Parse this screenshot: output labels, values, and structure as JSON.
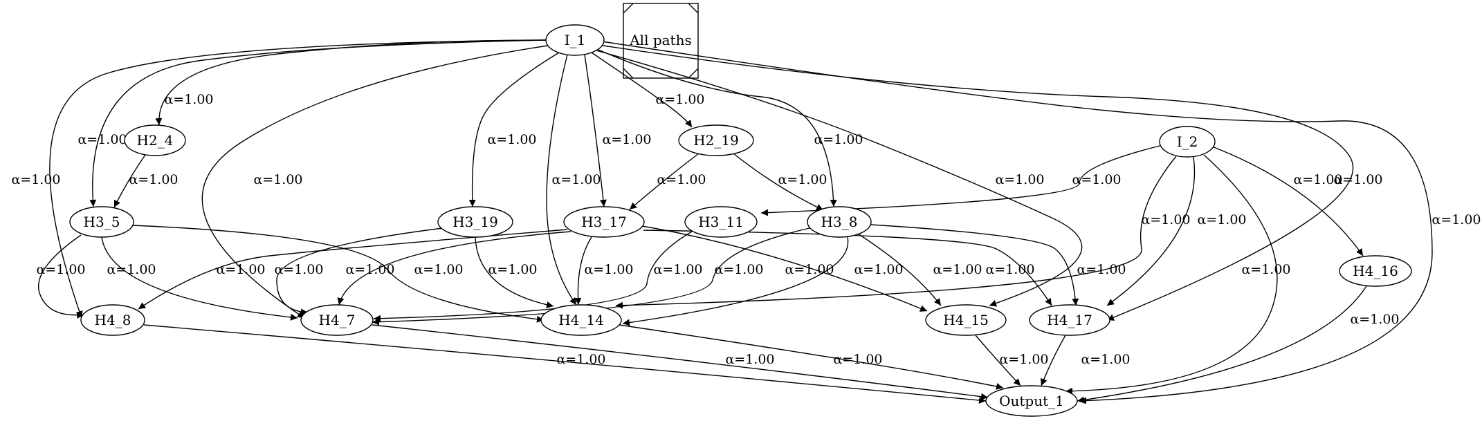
{
  "legend": {
    "label": "All paths"
  },
  "nodes": [
    {
      "id": "I_1",
      "label": "I_1"
    },
    {
      "id": "I_2",
      "label": "I_2"
    },
    {
      "id": "H2_4",
      "label": "H2_4"
    },
    {
      "id": "H2_19",
      "label": "H2_19"
    },
    {
      "id": "H3_5",
      "label": "H3_5"
    },
    {
      "id": "H3_19",
      "label": "H3_19"
    },
    {
      "id": "H3_17",
      "label": "H3_17"
    },
    {
      "id": "H3_11",
      "label": "H3_11"
    },
    {
      "id": "H3_8",
      "label": "H3_8"
    },
    {
      "id": "H4_16",
      "label": "H4_16"
    },
    {
      "id": "H4_8",
      "label": "H4_8"
    },
    {
      "id": "H4_7",
      "label": "H4_7"
    },
    {
      "id": "H4_14",
      "label": "H4_14"
    },
    {
      "id": "H4_15",
      "label": "H4_15"
    },
    {
      "id": "H4_17",
      "label": "H4_17"
    },
    {
      "id": "Output_1",
      "label": "Output_1"
    }
  ],
  "edges": [
    {
      "from": "I_1",
      "to": "H2_4",
      "label": "α=1.00"
    },
    {
      "from": "I_1",
      "to": "H3_5",
      "label": "α=1.00"
    },
    {
      "from": "I_1",
      "to": "H4_8",
      "label": "α=1.00"
    },
    {
      "from": "I_1",
      "to": "H4_7",
      "label": "α=1.00"
    },
    {
      "from": "I_1",
      "to": "H3_19",
      "label": "α=1.00"
    },
    {
      "from": "I_1",
      "to": "H4_14",
      "label": "α=1.00"
    },
    {
      "from": "I_1",
      "to": "H3_17",
      "label": "α=1.00"
    },
    {
      "from": "I_1",
      "to": "H2_19",
      "label": "α=1.00"
    },
    {
      "from": "I_1",
      "to": "H3_8",
      "label": "α=1.00"
    },
    {
      "from": "I_1",
      "to": "H4_15",
      "label": "α=1.00"
    },
    {
      "from": "I_1",
      "to": "H4_17",
      "label": "α=1.00"
    },
    {
      "from": "I_1",
      "to": "Output_1",
      "label": "α=1.00"
    },
    {
      "from": "H2_4",
      "to": "H3_5",
      "label": "α=1.00"
    },
    {
      "from": "H2_19",
      "to": "H3_17",
      "label": "α=1.00"
    },
    {
      "from": "H2_19",
      "to": "H3_8",
      "label": "α=1.00"
    },
    {
      "from": "I_2",
      "to": "H3_11",
      "label": "α=1.00"
    },
    {
      "from": "I_2",
      "to": "H4_14",
      "label": "α=1.00"
    },
    {
      "from": "I_2",
      "to": "H4_17",
      "label": "α=1.00"
    },
    {
      "from": "I_2",
      "to": "Output_1",
      "label": "α=1.00"
    },
    {
      "from": "I_2",
      "to": "H4_16",
      "label": "α=1.00"
    },
    {
      "from": "H3_5",
      "to": "H4_8",
      "label": "α=1.00"
    },
    {
      "from": "H3_5",
      "to": "H4_7",
      "label": "α=1.00"
    },
    {
      "from": "H3_5",
      "to": "H4_14",
      "label": "α=1.00"
    },
    {
      "from": "H3_19",
      "to": "H4_7",
      "label": "α=1.00"
    },
    {
      "from": "H3_19",
      "to": "H4_14",
      "label": "α=1.00"
    },
    {
      "from": "H3_17",
      "to": "H4_8",
      "label": "α=1.00"
    },
    {
      "from": "H3_17",
      "to": "H4_7",
      "label": "α=1.00"
    },
    {
      "from": "H3_17",
      "to": "H4_14",
      "label": "α=1.00"
    },
    {
      "from": "H3_17",
      "to": "H4_15",
      "label": "α=1.00"
    },
    {
      "from": "H3_17",
      "to": "H4_17",
      "label": "α=1.00"
    },
    {
      "from": "H3_11",
      "to": "H4_7",
      "label": "α=1.00"
    },
    {
      "from": "H3_8",
      "to": "H4_7",
      "label": "α=1.00"
    },
    {
      "from": "H3_8",
      "to": "H4_14",
      "label": "α=1.00"
    },
    {
      "from": "H3_8",
      "to": "H4_15",
      "label": "α=1.00"
    },
    {
      "from": "H3_8",
      "to": "H4_17",
      "label": "α=1.00"
    },
    {
      "from": "H4_8",
      "to": "Output_1",
      "label": "α=1.00"
    },
    {
      "from": "H4_7",
      "to": "Output_1",
      "label": "α=1.00"
    },
    {
      "from": "H4_14",
      "to": "Output_1",
      "label": "α=1.00"
    },
    {
      "from": "H4_15",
      "to": "Output_1",
      "label": "α=1.00"
    },
    {
      "from": "H4_17",
      "to": "Output_1",
      "label": "α=1.00"
    },
    {
      "from": "H4_16",
      "to": "Output_1",
      "label": "α=1.00"
    }
  ]
}
